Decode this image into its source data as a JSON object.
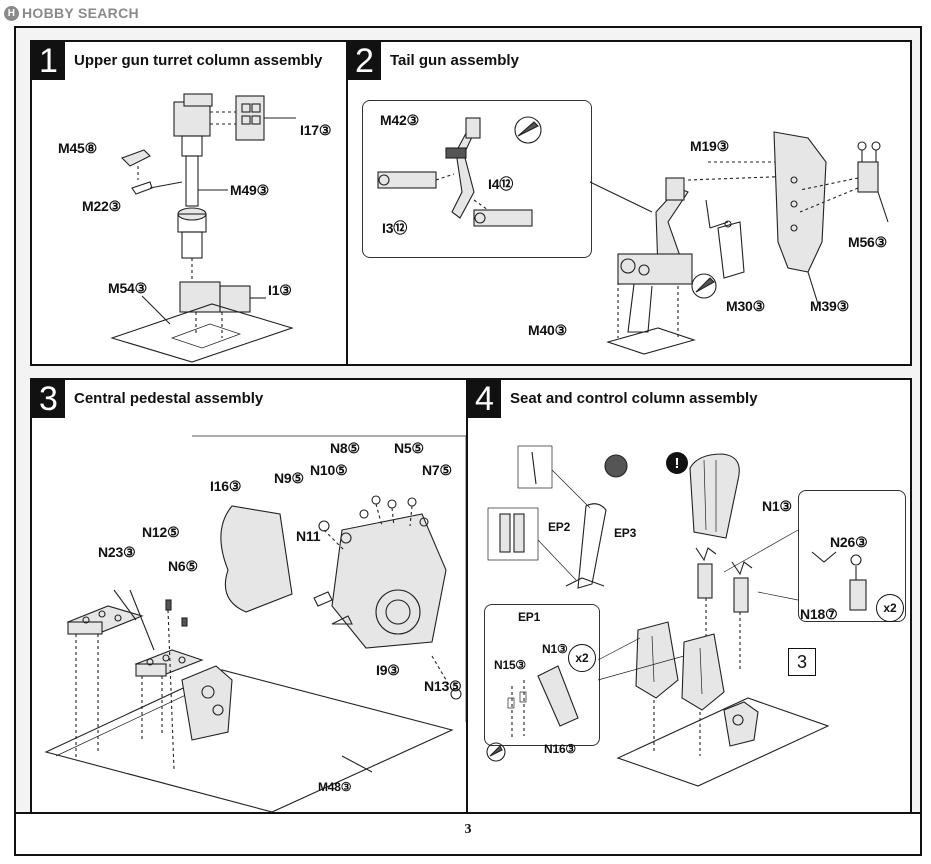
{
  "watermark": {
    "text": "HOBBY SEARCH"
  },
  "page_number": "3",
  "steps": [
    {
      "number": "1",
      "title": "Upper gun turret column assembly",
      "parts": [
        "M45⑧",
        "I17③",
        "M22③",
        "M49③",
        "M54③",
        "I1③"
      ]
    },
    {
      "number": "2",
      "title": "Tail gun assembly",
      "parts": [
        "M42③",
        "I4⑫",
        "I3⑫",
        "M19③",
        "M56③",
        "M30③",
        "M39③",
        "M40③"
      ]
    },
    {
      "number": "3",
      "title": "Central pedestal assembly",
      "parts": [
        "N8⑤",
        "N5⑤",
        "N10⑤",
        "N9⑤",
        "N7⑤",
        "I16③",
        "N11",
        "N12⑤",
        "N23③",
        "N6⑤",
        "I9③",
        "N13⑤",
        "M48③"
      ]
    },
    {
      "number": "4",
      "title": "Seat and control column assembly",
      "parts": [
        "N1③",
        "EP2",
        "EP3",
        "EP1",
        "N26③",
        "N18⑦",
        "N15③",
        "N1③",
        "N16③"
      ],
      "multipliers": [
        "x2",
        "x2"
      ],
      "ref_step": "3"
    }
  ]
}
